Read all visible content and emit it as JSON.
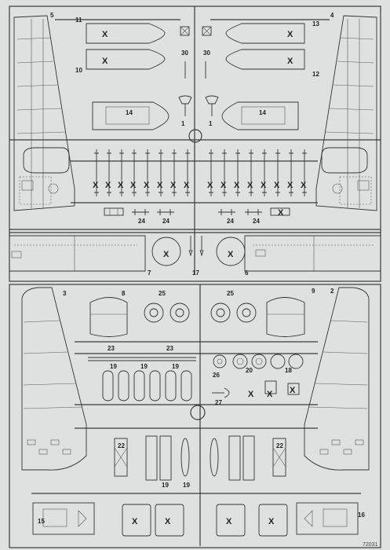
{
  "sheet": {
    "code": "72031",
    "colors": {
      "paper": "#dfe1e0",
      "ink": "#333333"
    }
  },
  "part_numbers": {
    "p1a": "1",
    "p1b": "1",
    "p2": "2",
    "p3": "3",
    "p4": "4",
    "p5": "5",
    "p6": "6",
    "p7": "7",
    "p8": "8",
    "p9": "9",
    "p10": "10",
    "p11": "11",
    "p12": "12",
    "p13": "13",
    "p14a": "14",
    "p14b": "14",
    "p15": "15",
    "p16": "16",
    "p17": "17",
    "p18": "18",
    "p19a": "19",
    "p19b": "19",
    "p19c": "19",
    "p19d": "19",
    "p19e": "19",
    "p20": "20",
    "p22a": "22",
    "p22b": "22",
    "p23a": "23",
    "p23b": "23",
    "p24a": "24",
    "p24b": "24",
    "p24c": "24",
    "p24d": "24",
    "p25a": "25",
    "p25b": "25",
    "p26": "26",
    "p27": "27",
    "p30a": "30",
    "p30b": "30"
  },
  "x_mark": "X"
}
